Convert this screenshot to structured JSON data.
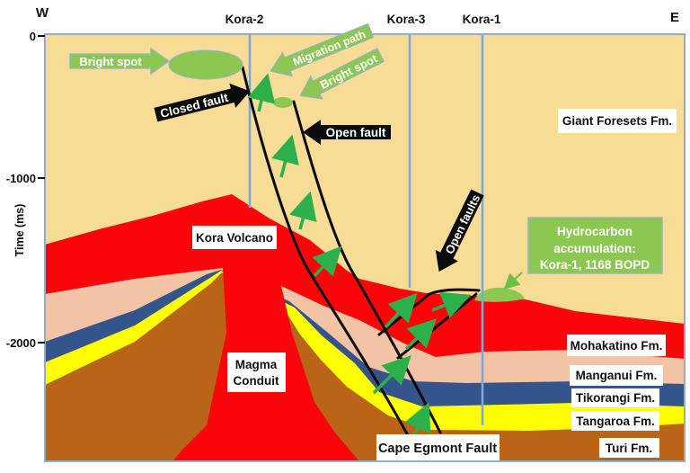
{
  "compass": {
    "west": "W",
    "east": "E"
  },
  "axis": {
    "label": "Time (ms)",
    "tick_zero": "0",
    "tick_minus1000": "-1000",
    "tick_minus2000": "-2000"
  },
  "wells": {
    "kora2": "Kora-2",
    "kora3": "Kora-3",
    "kora1": "Kora-1"
  },
  "formations": {
    "giant_foresets": "Giant Foresets Fm.",
    "mohakatino": "Mohakatino Fm.",
    "manganui": "Manganui Fm.",
    "tikorangi": "Tikorangi Fm.",
    "tangaroa": "Tangaroa Fm.",
    "turi": "Turi Fm."
  },
  "structures": {
    "kora_volcano": "Kora Volcano",
    "magma_line1": "Magma",
    "magma_line2": "Conduit",
    "cape_egmont_fault": "Cape Egmont Fault"
  },
  "annotations": {
    "bright_spot_left": "Bright spot",
    "migration_path": "Migration path",
    "bright_spot_small": "Bright spot",
    "closed_fault": "Closed fault",
    "open_fault": "Open fault",
    "open_faults": "Open faults",
    "hydro_line1": "Hydrocarbon",
    "hydro_line2": "accumulation:",
    "hydro_line3": "Kora-1, 1168 BOPD"
  },
  "colors": {
    "background_fm": "#f7dc95",
    "volcanics_red": "#fa0509",
    "manganui_pink": "#f2c4a5",
    "tikorangi_blue": "#34558c",
    "tangaroa_yellow": "#ffff00",
    "turi_brown": "#ba6418",
    "annotation_green": "#8cc751",
    "arrow_green": "#2db04b",
    "well_blue": "#7fa8d9",
    "frame": "#93adc4"
  }
}
